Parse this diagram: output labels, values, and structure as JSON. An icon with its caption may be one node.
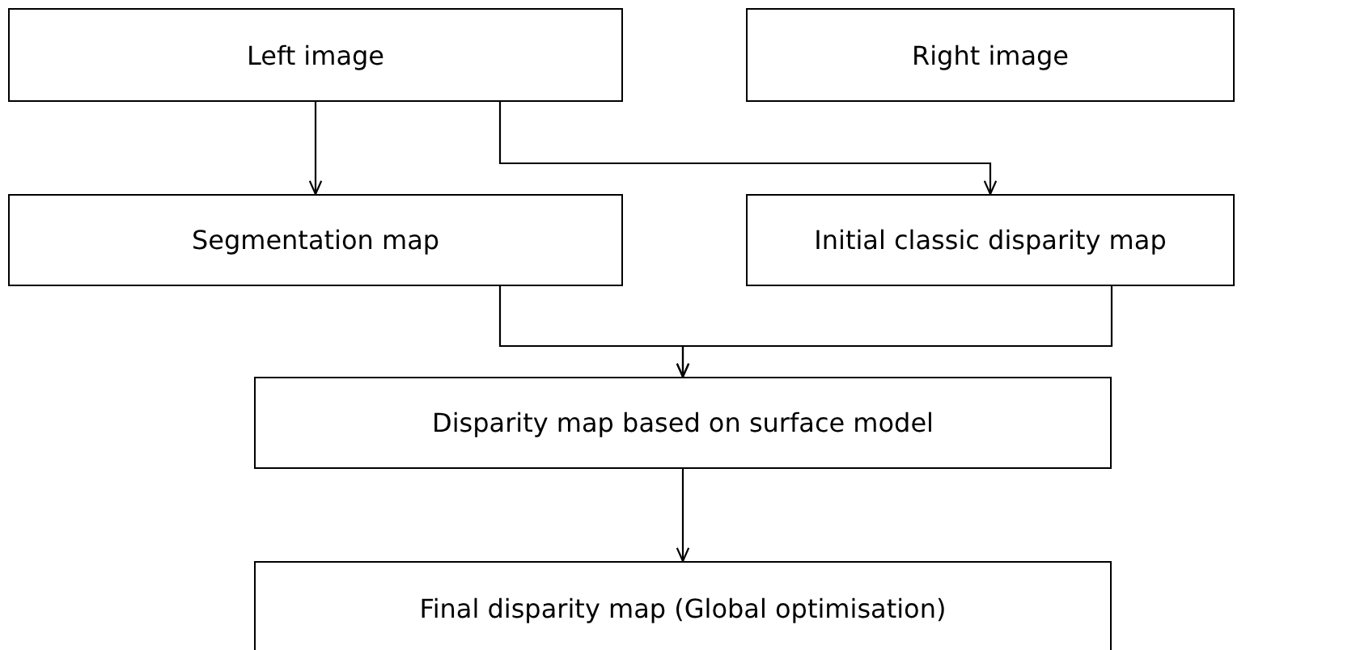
{
  "diagram": {
    "nodes": [
      {
        "text": [
          "Left image"
        ]
      },
      {
        "text": [
          "Right image"
        ]
      },
      {
        "text": [
          "Segmentation map"
        ]
      },
      {
        "text": [
          "Initial classic disparity map"
        ]
      },
      {
        "text": [
          "Disparity map based on surface model"
        ]
      },
      {
        "text": [
          "Final disparity map (Global optimisation)"
        ]
      }
    ],
    "edges": [
      {
        "from": 0,
        "to": 2,
        "arrow": "to"
      },
      {
        "from": 0,
        "to": 3,
        "arrow": "to"
      },
      {
        "from": 2,
        "to": 4,
        "arrow": "to"
      },
      {
        "from": 3,
        "to": 4,
        "arrow": "to"
      },
      {
        "from": 4,
        "to": 5,
        "arrow": "to"
      }
    ]
  }
}
